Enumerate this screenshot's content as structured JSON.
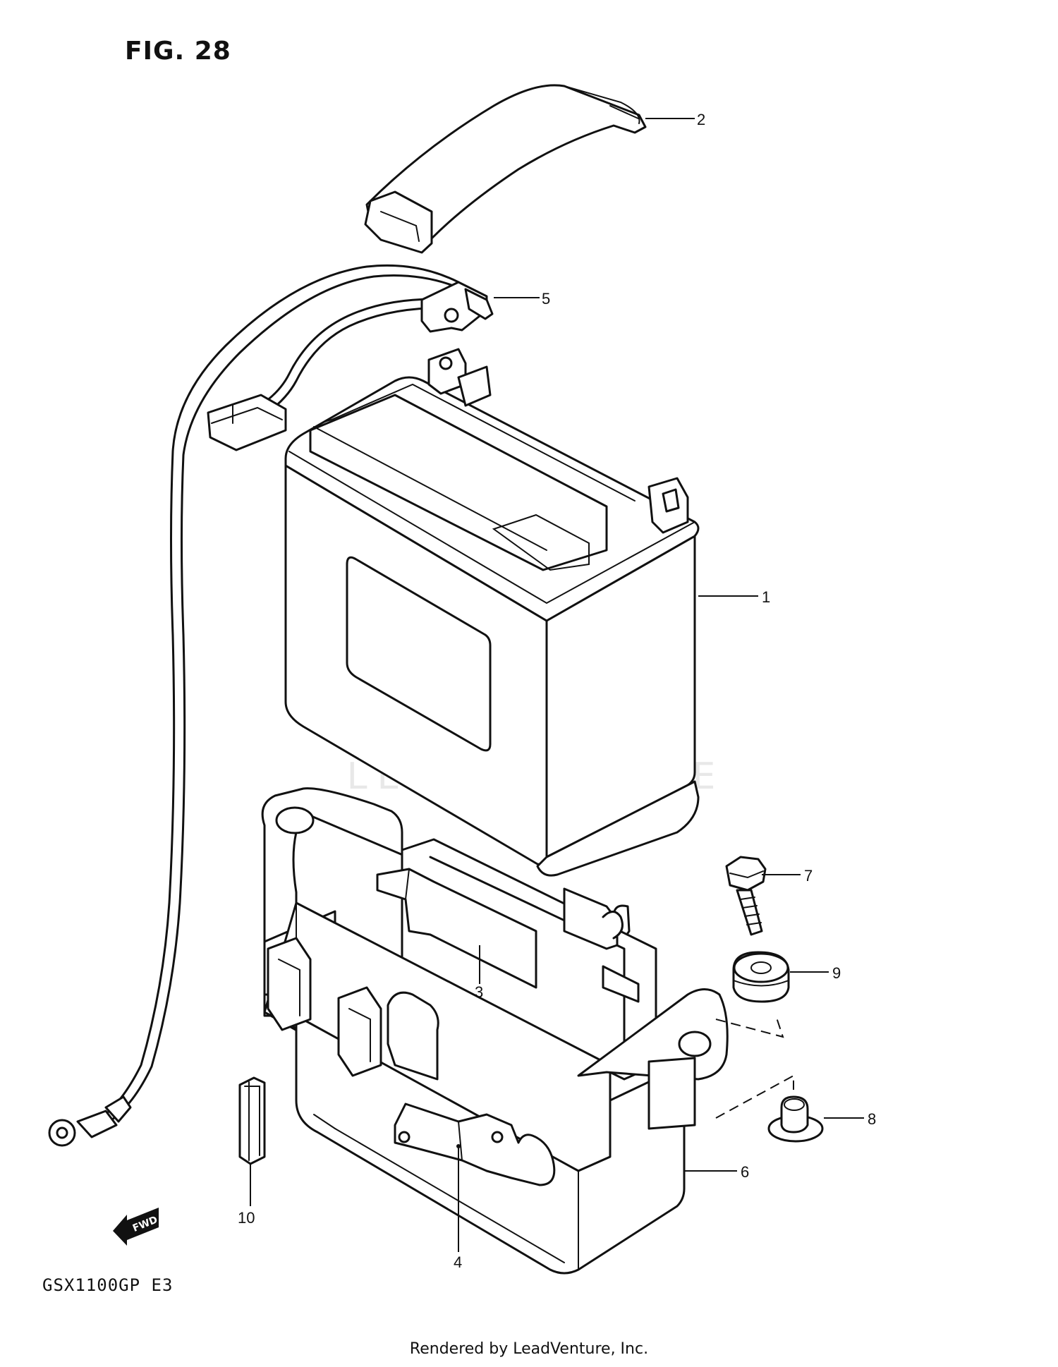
{
  "figure": {
    "title": "FIG. 28",
    "model_code": "GSX1100GP  E3",
    "footer": "Rendered by LeadVenture, Inc.",
    "watermark": "LEADVENTURE",
    "fwd_label": "FWD"
  },
  "callouts": [
    {
      "id": "battery",
      "number": "1"
    },
    {
      "id": "battery-strap",
      "number": "2"
    },
    {
      "id": "battery-pad",
      "number": "3"
    },
    {
      "id": "pad",
      "number": "4"
    },
    {
      "id": "battery-cable",
      "number": "5"
    },
    {
      "id": "battery-holder",
      "number": "6"
    },
    {
      "id": "bolt",
      "number": "7"
    },
    {
      "id": "nut",
      "number": "8"
    },
    {
      "id": "cushion",
      "number": "9"
    },
    {
      "id": "band",
      "number": "10"
    }
  ],
  "colors": {
    "line": "#111111",
    "background": "#ffffff",
    "watermark": "#e6e6e6"
  }
}
